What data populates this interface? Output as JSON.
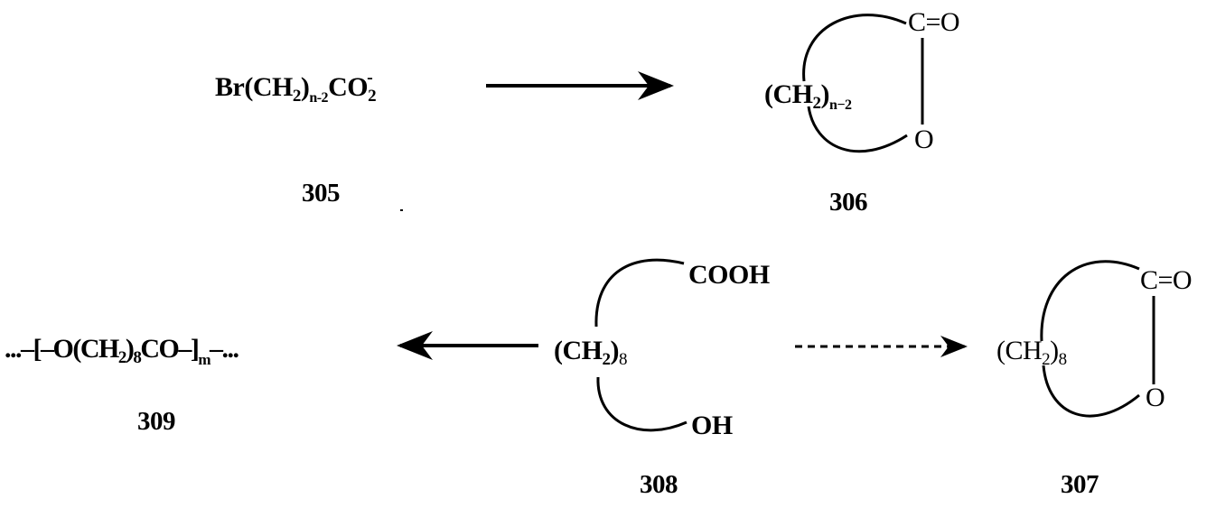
{
  "compounds": {
    "c305": {
      "id": "305",
      "formula": {
        "a": "Br(CH",
        "s1": "2",
        "b": ")",
        "s2": "n-2",
        "c": "CO",
        "s3": "2",
        "charge": "-"
      }
    },
    "c306": {
      "id": "306",
      "chain": {
        "a": "(CH",
        "s1": "2",
        "b": ")",
        "s2": "n−2"
      },
      "carbonyl": "C=O",
      "ring_o": "O"
    },
    "c308": {
      "id": "308",
      "chain": {
        "a": "(CH",
        "s1": "2",
        "b": ")",
        "s2": "8"
      },
      "acid": "COOH",
      "alcohol": "OH"
    },
    "c307": {
      "id": "307",
      "chain": {
        "a": "(CH",
        "s1": "2",
        "b": ")",
        "s2": "8"
      },
      "carbonyl": "C=O",
      "ring_o": "O"
    },
    "c309": {
      "id": "309",
      "formula": {
        "a": "...–[–O(CH",
        "s1": "2",
        "b": ")",
        "s2": "8",
        "c": "CO–]",
        "s3": "m",
        "d": "–..."
      }
    }
  },
  "arrows": {
    "a1": {
      "from": "305",
      "to": "306",
      "style": "solid"
    },
    "a2": {
      "from": "308",
      "to": "309",
      "style": "solid"
    },
    "a3": {
      "from": "308",
      "to": "307",
      "style": "dashed"
    }
  }
}
